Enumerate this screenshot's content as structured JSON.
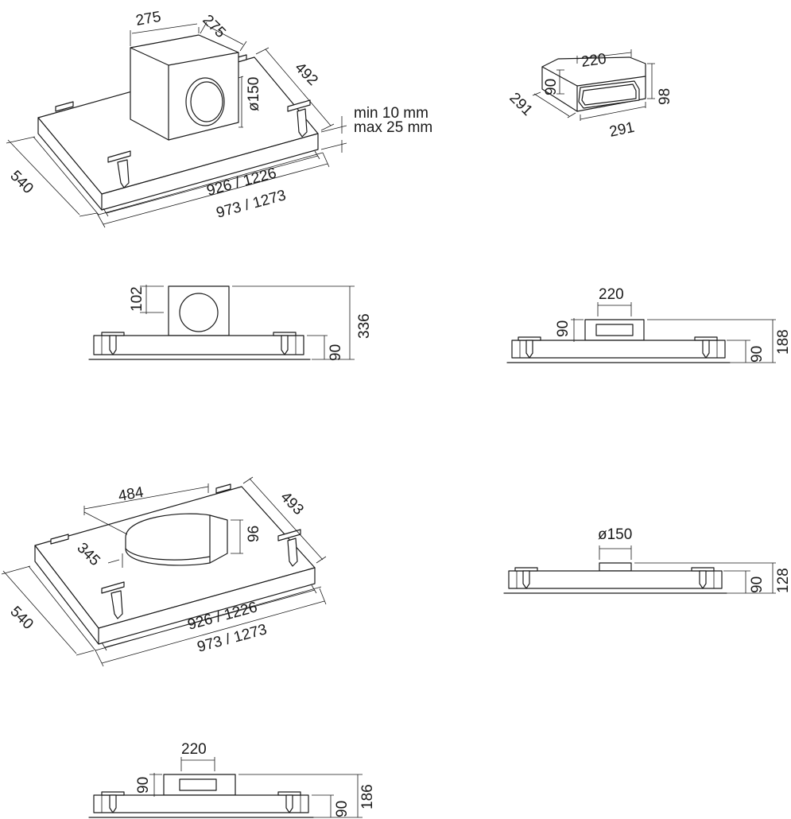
{
  "d1": {
    "box_w": "275",
    "box_d": "275",
    "depth": "492",
    "outlet": "ø150",
    "gap_min": "min 10 mm",
    "gap_max": "max 25 mm",
    "width": "540",
    "len_inner": "926 / 1226",
    "len_outer": "973 / 1273"
  },
  "d2": {
    "w": "220",
    "h": "90",
    "d1": "291",
    "d2": "291",
    "h2": "98"
  },
  "d3": {
    "off": "102",
    "h_total": "336",
    "h_body": "90"
  },
  "d4": {
    "w": "220",
    "h": "90",
    "h_body": "90",
    "h_total": "188"
  },
  "d5": {
    "duct_len": "484",
    "depth": "493",
    "duct_h": "96",
    "offset": "345",
    "width": "540",
    "len_inner": "926 / 1226",
    "len_outer": "973 / 1273"
  },
  "d6": {
    "outlet": "ø150",
    "h_body": "90",
    "h_total": "128"
  },
  "d7": {
    "w": "220",
    "h": "90",
    "h_body": "90",
    "h_total": "186"
  }
}
